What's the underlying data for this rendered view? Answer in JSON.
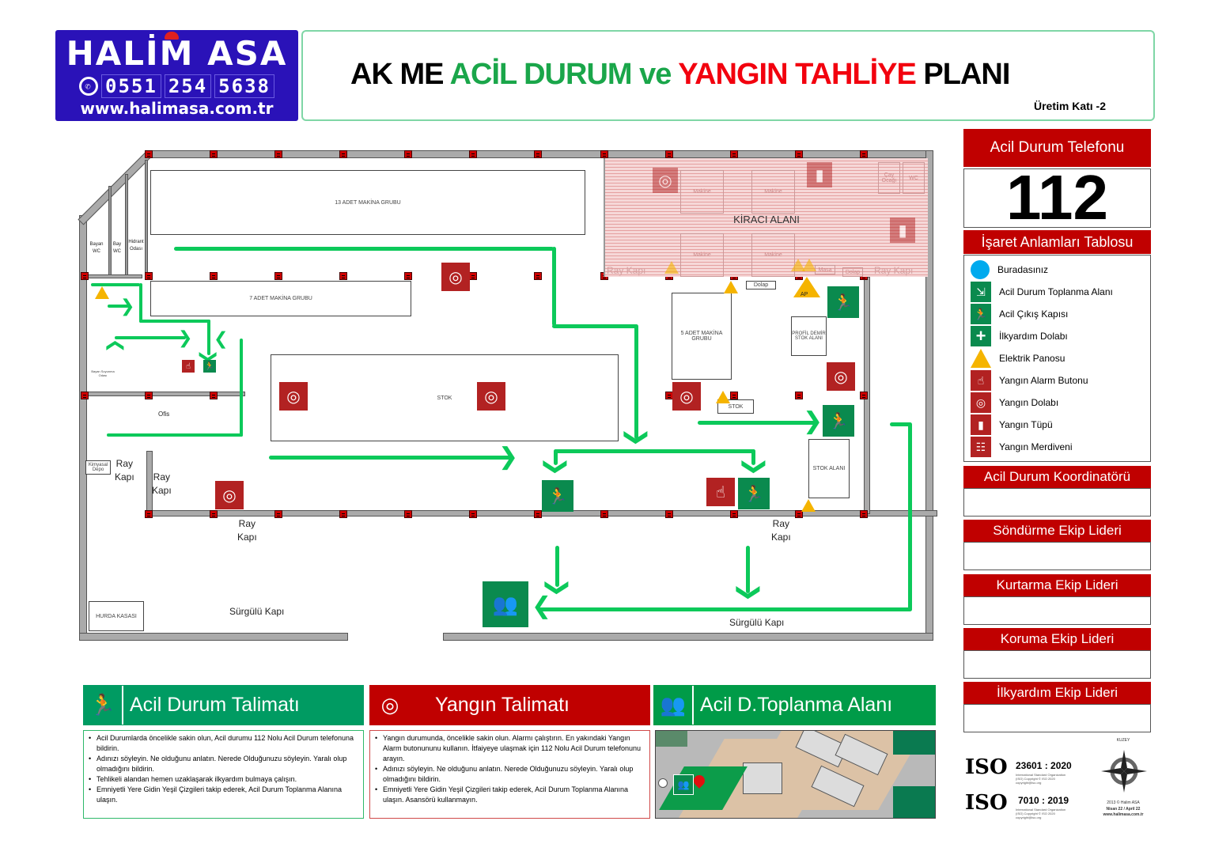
{
  "logo": {
    "brand": "HALİM ASA",
    "phone": "05512545638",
    "phone_groups": [
      "0551",
      "254",
      "5638"
    ],
    "website": "www.halimasa.com.tr"
  },
  "header": {
    "title_parts": [
      {
        "text": "AK ME ",
        "color": "#000000"
      },
      {
        "text": "ACİL DURUM ",
        "color": "#1aa64a"
      },
      {
        "text": "ve ",
        "color": "#1aa64a"
      },
      {
        "text": "YANGIN TAHLİYE ",
        "color": "#f2000e"
      },
      {
        "text": "PLANI",
        "color": "#000000"
      }
    ],
    "floor": "Üretim Katı -2"
  },
  "emergency_phone": {
    "label": "Acil Durum Telefonu",
    "number": "112"
  },
  "legend": {
    "title": "İşaret Anlamları Tablosu",
    "items": [
      {
        "icon": "you-are-here-icon",
        "label": "Buradasınız"
      },
      {
        "icon": "assembly-point-icon",
        "label": "Acil Durum Toplanma Alanı"
      },
      {
        "icon": "emergency-exit-icon",
        "label": "Acil Çıkış Kapısı"
      },
      {
        "icon": "first-aid-icon",
        "label": "İlkyardım Dolabı"
      },
      {
        "icon": "electric-hazard-icon",
        "label": "Elektrik Panosu"
      },
      {
        "icon": "fire-alarm-button-icon",
        "label": "Yangın Alarm Butonu"
      },
      {
        "icon": "fire-hose-icon",
        "label": "Yangın Dolabı"
      },
      {
        "icon": "fire-extinguisher-icon",
        "label": "Yangın Tüpü"
      },
      {
        "icon": "fire-ladder-icon",
        "label": "Yangın Merdiveni"
      }
    ]
  },
  "roles": [
    {
      "label": "Acil Durum Koordinatörü",
      "value": ""
    },
    {
      "label": "Söndürme Ekip Lideri",
      "value": ""
    },
    {
      "label": "Kurtarma Ekip Lideri",
      "value": ""
    },
    {
      "label": "Koruma Ekip Lideri",
      "value": ""
    },
    {
      "label": "İlkyardım Ekip Lideri",
      "value": ""
    }
  ],
  "floorplan": {
    "rooms": {
      "machine_group_13": "13 ADET MAKİNA GRUBU",
      "machine_group_7": "7 ADET MAKİNA GRUBU",
      "machine_group_5": "5 ADET MAKİNA GRUBU",
      "stock_center": "STOK",
      "stock_small": "STOK",
      "stock_area": "STOK ALANI",
      "profile_stock": "PROFİL DEMİR STOK ALANI",
      "tenant_area": "KİRACI ALANI",
      "women_wc": "Bayan WC",
      "men_wc": "Bay WC",
      "hydrant_room": "Hidrant Odası",
      "office": "Ofis",
      "chemical_depot": "Kimyasal Depo",
      "scrap_bin": "HURDA KASASI",
      "cabinet": "Dolap",
      "tenant_machine": "Makine",
      "tenant_wc": "WC",
      "tenant_kitchen": "Çay Ocağı",
      "tenant_table": "Masa",
      "tenant_cabinet": "Dolap",
      "women_changing": "Bayan Soyunma Odası",
      "ap_label": "AP"
    },
    "doors": {
      "rail_door": "Ray Kapı",
      "rail_door_word1": "Ray",
      "rail_door_word2": "Kapı",
      "sliding_door": "Sürgülü Kapı"
    }
  },
  "instructions": {
    "emergency": {
      "title": "Acil Durum Talimatı",
      "color": "#009b62",
      "items": [
        "Acil Durumlarda öncelikle sakin olun, Acil durumu 112 Nolu Acil Durum telefonuna bildirin.",
        "Adınızı söyleyin. Ne olduğunu anlatın. Nerede Olduğunuzu söyleyin. Yaralı olup olmadığını bildirin.",
        "Tehlikeli alandan hemen uzaklaşarak ilkyardım bulmaya çalışın.",
        "Emniyetli Yere Gidin Yeşil Çizgileri takip ederek, Acil Durum Toplanma Alanına ulaşın."
      ]
    },
    "fire": {
      "title": "Yangın Talimatı",
      "color": "#c00000",
      "items": [
        "Yangın durumunda, öncelikle sakin olun. Alarmı çalıştırın. En yakındaki Yangın Alarm butonununu kullanın. İtfaiyeye ulaşmak için 112 Nolu Acil Durum telefonunu arayın.",
        "Adınızı söyleyin. Ne olduğunu anlatın. Nerede Olduğunuzu söyleyin. Yaralı olup olmadığını bildirin.",
        "Emniyetli Yere Gidin Yeşil Çizgileri takip ederek, Acil Durum Toplanma Alanına ulaşın. Asansörü kullanmayın."
      ]
    },
    "assembly": {
      "title": "Acil D.Toplanma Alanı",
      "color": "#009b48"
    }
  },
  "footer": {
    "iso_logo": "ISO",
    "standards": [
      {
        "code": "23601 : 2020",
        "note": "International Standard Organization (ISO) Copyright © ISO 2020 copyright@iso.org"
      },
      {
        "code": "7010 : 2019",
        "note": "International Standard Organization (ISO) Copyright © ISO 2020 copyright@iso.org"
      }
    ],
    "compass_label": "KUZEY",
    "copyright": "2013 © Halim ASA",
    "date": "Nisan 22 / April 22",
    "website": "www.halimasa.com.tr"
  },
  "colors": {
    "route_green": "#0cc95a",
    "header_red": "#c00000",
    "exit_green": "#0a8a4e",
    "logo_blue": "#2a12b8"
  }
}
